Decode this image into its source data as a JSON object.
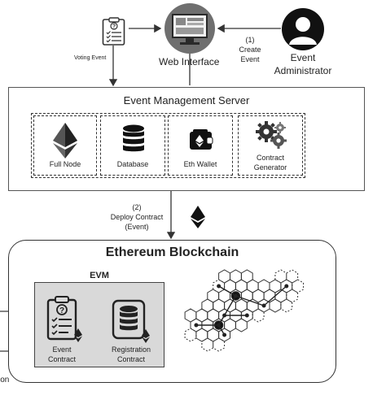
{
  "top": {
    "web_interface_label": "Web Interface",
    "admin_label_line1": "Event",
    "admin_label_line2": "Administrator",
    "create_step": "(1)",
    "create_line1": "Create",
    "create_line2": "Event",
    "voting_event_label": "Voting Event"
  },
  "server": {
    "title": "Event Management Server",
    "components": [
      {
        "label": "Full Node",
        "icon": "ethereum-icon"
      },
      {
        "label": "Database",
        "icon": "database-icon"
      },
      {
        "label": "Eth Wallet",
        "icon": "wallet-icon"
      },
      {
        "label_line1": "Contract",
        "label_line2": "Generator",
        "icon": "gears-icon"
      }
    ]
  },
  "deploy": {
    "step": "(2)",
    "line1": "Deploy Contract",
    "line2": "(Event)"
  },
  "chain": {
    "title": "Ethereum Blockchain",
    "evm_title": "EVM",
    "event_contract_line1": "Event",
    "event_contract_line2": "Contract",
    "registration_contract_line1": "Registration",
    "registration_contract_line2": "Contract"
  },
  "left_edge_text": "ion",
  "colors": {
    "stroke": "#333333",
    "evm_fill": "#d9d9d9",
    "monitor": "#6f6f6f"
  }
}
